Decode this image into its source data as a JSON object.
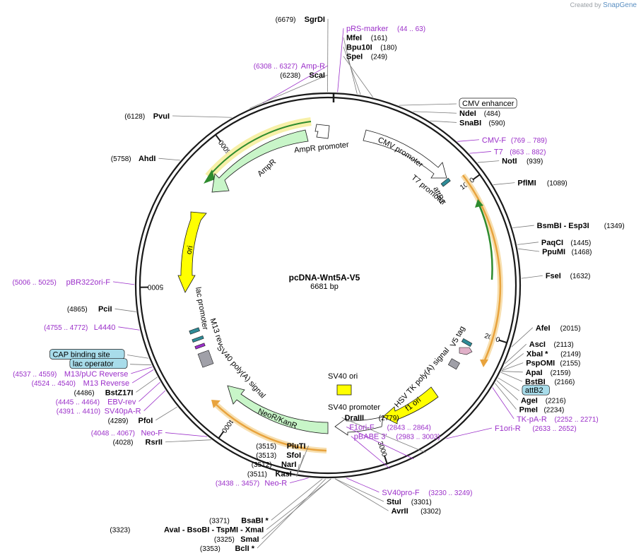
{
  "branding": {
    "prefix": "Created by",
    "name": "SnapGene"
  },
  "plasmid": {
    "name": "pcDNA-Wnt5A-V5",
    "length_label": "6681 bp",
    "length": 6681
  },
  "colors": {
    "backbone": "#1a1a1a",
    "enzyme": "#000000",
    "primer": "#9b2fc9",
    "promoter_fill": "#ffffff",
    "resistance_fill": "#c8f5c8",
    "origin_fill": "#ffff00",
    "orf_outline": "#e8a33d",
    "tag_fill": "#e0b0c8",
    "attb_fill": "#2e8b97",
    "misc_fill": "#a0a0a8",
    "highlight_green": "#2e8b2e"
  },
  "ticks": [
    {
      "pos": 1000,
      "label": "1000"
    },
    {
      "pos": 2000,
      "label": "2000"
    },
    {
      "pos": 3000,
      "label": "3000"
    },
    {
      "pos": 4000,
      "label": "4000"
    },
    {
      "pos": 5000,
      "label": "5000"
    },
    {
      "pos": 6000,
      "label": "6000"
    }
  ],
  "enzymes": [
    {
      "name": "SgrDI",
      "pos": 6679,
      "pos_label": "(6679)"
    },
    {
      "name": "MfeI",
      "pos": 161,
      "pos_label": "(161)"
    },
    {
      "name": "Bpu10I",
      "pos": 180,
      "pos_label": "(180)"
    },
    {
      "name": "SpeI",
      "pos": 249,
      "pos_label": "(249)"
    },
    {
      "name": "NdeI",
      "pos": 484,
      "pos_label": "(484)"
    },
    {
      "name": "SnaBI",
      "pos": 590,
      "pos_label": "(590)"
    },
    {
      "name": "NotI",
      "pos": 939,
      "pos_label": "(939)"
    },
    {
      "name": "PflMI",
      "pos": 1089,
      "pos_label": "(1089)"
    },
    {
      "name": "BsmBI - Esp3I",
      "pos": 1349,
      "pos_label": "(1349)"
    },
    {
      "name": "PaqCI",
      "pos": 1445,
      "pos_label": "(1445)"
    },
    {
      "name": "PpuMI",
      "pos": 1468,
      "pos_label": "(1468)"
    },
    {
      "name": "FseI",
      "pos": 1632,
      "pos_label": "(1632)"
    },
    {
      "name": "AfeI",
      "pos": 2015,
      "pos_label": "(2015)"
    },
    {
      "name": "AscI",
      "pos": 2113,
      "pos_label": "(2113)"
    },
    {
      "name": "XbaI *",
      "pos": 2149,
      "pos_label": "(2149)"
    },
    {
      "name": "PspOMI",
      "pos": 2155,
      "pos_label": "(2155)"
    },
    {
      "name": "ApaI",
      "pos": 2159,
      "pos_label": "(2159)"
    },
    {
      "name": "BstBI",
      "pos": 2166,
      "pos_label": "(2166)"
    },
    {
      "name": "AgeI",
      "pos": 2216,
      "pos_label": "(2216)"
    },
    {
      "name": "PmeI",
      "pos": 2234,
      "pos_label": "(2234)"
    },
    {
      "name": "DraIII",
      "pos": 2779,
      "pos_label": "(2779)"
    },
    {
      "name": "StuI",
      "pos": 3301,
      "pos_label": "(3301)"
    },
    {
      "name": "AvrII",
      "pos": 3302,
      "pos_label": "(3302)"
    },
    {
      "name": "AvaI - BsoBI - TspMI - XmaI",
      "pos": 3323,
      "pos_label": "(3323)"
    },
    {
      "name": "SmaI",
      "pos": 3325,
      "pos_label": "(3325)"
    },
    {
      "name": "BclI *",
      "pos": 3353,
      "pos_label": "(3353)"
    },
    {
      "name": "BsaBI *",
      "pos": 3371,
      "pos_label": "(3371)"
    },
    {
      "name": "KasI",
      "pos": 3511,
      "pos_label": "(3511)"
    },
    {
      "name": "NarI",
      "pos": 3512,
      "pos_label": "(3512)"
    },
    {
      "name": "SfoI",
      "pos": 3513,
      "pos_label": "(3513)"
    },
    {
      "name": "PluTI",
      "pos": 3515,
      "pos_label": "(3515)"
    },
    {
      "name": "RsrII",
      "pos": 4028,
      "pos_label": "(4028)"
    },
    {
      "name": "PfoI",
      "pos": 4289,
      "pos_label": "(4289)"
    },
    {
      "name": "BstZ17I",
      "pos": 4486,
      "pos_label": "(4486)"
    },
    {
      "name": "PciI",
      "pos": 4865,
      "pos_label": "(4865)"
    },
    {
      "name": "AhdI",
      "pos": 5758,
      "pos_label": "(5758)"
    },
    {
      "name": "PvuI",
      "pos": 6128,
      "pos_label": "(6128)"
    },
    {
      "name": "ScaI",
      "pos": 6238,
      "pos_label": "(6238)"
    }
  ],
  "primers": [
    {
      "name": "pRS-marker",
      "range": "(44 .. 63)",
      "pos": 53
    },
    {
      "name": "CMV-F",
      "range": "(769 .. 789)",
      "pos": 779
    },
    {
      "name": "T7",
      "range": "(863 .. 882)",
      "pos": 872
    },
    {
      "name": "TK-pA-R",
      "range": "(2252 .. 2271)",
      "pos": 2261
    },
    {
      "name": "F1ori-R",
      "range": "(2633 .. 2652)",
      "pos": 2642
    },
    {
      "name": "F1ori-F",
      "range": "(2843 .. 2864)",
      "pos": 2853
    },
    {
      "name": "pBABE 3'",
      "range": "(2983 .. 3003)",
      "pos": 2993
    },
    {
      "name": "SV40pro-F",
      "range": "(3230 .. 3249)",
      "pos": 3239
    },
    {
      "name": "Neo-R",
      "range": "(3438 .. 3457)",
      "pos": 3447
    },
    {
      "name": "Neo-F",
      "range": "(4048 .. 4067)",
      "pos": 4057
    },
    {
      "name": "SV40pA-R",
      "range": "(4391 .. 4410)",
      "pos": 4400
    },
    {
      "name": "EBV-rev",
      "range": "(4445 .. 4464)",
      "pos": 4454
    },
    {
      "name": "M13 Reverse",
      "range": "(4524 .. 4540)",
      "pos": 4532
    },
    {
      "name": "M13/pUC Reverse",
      "range": "(4537 .. 4559)",
      "pos": 4548
    },
    {
      "name": "L4440",
      "range": "(4755 .. 4772)",
      "pos": 4763
    },
    {
      "name": "pBR322ori-F",
      "range": "(5006 .. 5025)",
      "pos": 5015
    },
    {
      "name": "Amp-R",
      "range": "(6308 .. 6327)",
      "pos": 6317
    }
  ],
  "boxed_features": [
    {
      "name": "CMV enhancer",
      "style": "white",
      "pos": 400
    },
    {
      "name": "attB2",
      "style": "cyan",
      "pos": 2200
    },
    {
      "name": "CAP binding site",
      "style": "cyan",
      "pos": 4600
    },
    {
      "name": "lac operator",
      "style": "cyan",
      "pos": 4560
    }
  ],
  "features": [
    {
      "name": "CMV promoter"
    },
    {
      "name": "T7 promoter"
    },
    {
      "name": "attB1"
    },
    {
      "name": "V5 tag"
    },
    {
      "name": "HSV TK poly(A) signal"
    },
    {
      "name": "f1 ori"
    },
    {
      "name": "SV40 promoter"
    },
    {
      "name": "SV40 ori"
    },
    {
      "name": "NeoR/KanR"
    },
    {
      "name": "SV40 poly(A) signal"
    },
    {
      "name": "M13 rev"
    },
    {
      "name": "lac promoter"
    },
    {
      "name": "ori"
    },
    {
      "name": "AmpR"
    },
    {
      "name": "AmpR promoter"
    }
  ]
}
